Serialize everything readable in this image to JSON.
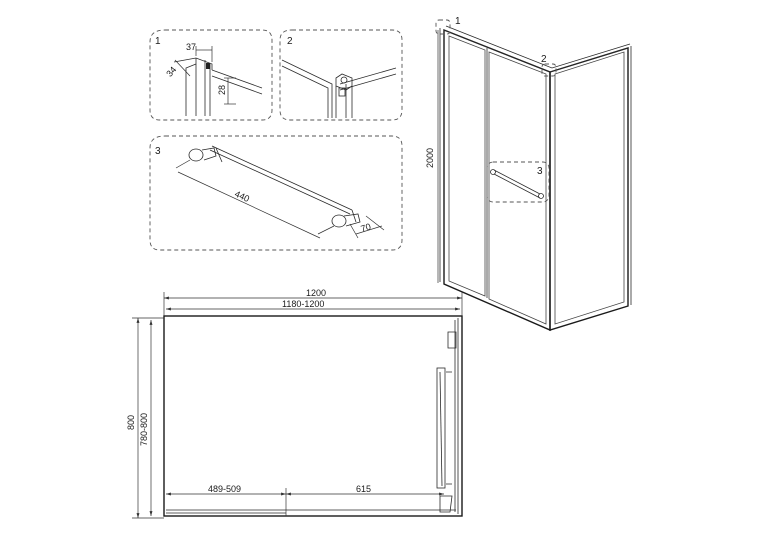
{
  "details": [
    {
      "number": "1",
      "dims": [
        "37",
        "34",
        "28"
      ]
    },
    {
      "number": "2"
    },
    {
      "number": "3",
      "dims": [
        "440",
        "70"
      ]
    }
  ],
  "elevation": {
    "height": "2000",
    "markers": [
      "1",
      "2",
      "3"
    ]
  },
  "plan": {
    "width_outer": "1200",
    "width_inner": "1180-1200",
    "depth_outer": "800",
    "depth_inner": "780-800",
    "fixed_panel": "489-509",
    "door_opening": "615"
  }
}
